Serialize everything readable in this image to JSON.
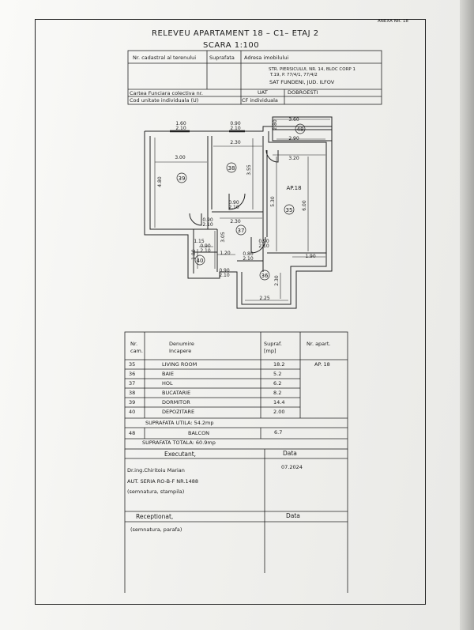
{
  "header": {
    "annex": "ANEXA NR. 18",
    "title": "RELEVEU APARTAMENT 18  – C1– ETAJ 2",
    "scale": "SCARA 1:100"
  },
  "cadastral": {
    "col_nr": "Nr. cadastral al terenului",
    "col_suprafata": "Suprafata",
    "col_adresa": "Adresa imobilului",
    "address_line1": "STR. PIERSICULUI, NR. 14, BLOC CORP 1",
    "address_line2": "T.19, P. 77/4/1, 77/4/2",
    "address_line3": "SAT FUNDENI, JUD. ILFOV",
    "carte_funciara": "Cartea Funciara colectiva nr.",
    "uat_label": "UAT",
    "uat_value": "DOBROESTI",
    "cod_unitate": "Cod unitate individuala (U)",
    "cf_individuala": "CF individuala"
  },
  "plan": {
    "dims": [
      "1.60",
      "2.10",
      "0.90",
      "2.10",
      "3.60",
      "2.80",
      "2.90",
      "3.20",
      "3.00",
      "2.30",
      "4.80",
      "3.55",
      "5.30",
      "6.00",
      "AP.18",
      "2.30",
      "3.05",
      "0.90",
      "2.10",
      "1.15",
      "1.80",
      "0.90",
      "2.10",
      "1.20",
      "0.90",
      "2.10",
      "0.80",
      "2.10",
      "0.90",
      "2.10",
      "1.90",
      "2.30",
      "2.25",
      "0.90",
      "2.10"
    ],
    "rooms": [
      "39",
      "38",
      "40",
      "37",
      "36",
      "35",
      "48"
    ]
  },
  "table": {
    "headers": {
      "nr": "Nr. cam.",
      "denumire": "Denumire Incapere",
      "supraf": "Supraf. [mp]",
      "apart": "Nr. apart."
    },
    "apartment": "AP. 18",
    "rows": [
      {
        "nr": "35",
        "name": "LIVING ROOM",
        "area": "18.2"
      },
      {
        "nr": "36",
        "name": "BAIE",
        "area": "5.2"
      },
      {
        "nr": "37",
        "name": "HOL",
        "area": "6.2"
      },
      {
        "nr": "38",
        "name": "BUCATARIE",
        "area": "8.2"
      },
      {
        "nr": "39",
        "name": "DORMITOR",
        "area": "14.4"
      },
      {
        "nr": "40",
        "name": "DEPOZITARE",
        "area": "2.00"
      }
    ],
    "utila": "SUPRAFATA  UTILA: 54.2mp",
    "balcon": {
      "nr": "48",
      "name": "BALCON",
      "area": "6.7"
    },
    "totala": "SUPRAFATA TOTALA: 60.9mp"
  },
  "signatures": {
    "executant": "Executant,",
    "data_label1": "Data",
    "engineer": "Dr.ing.Chiritoiu Marian",
    "authorization": "AUT. SERIA RO-B-F NR.1488",
    "note1": "(semnatura, stampila)",
    "date": "07.2024",
    "receptionat": "Receptionat,",
    "data_label2": "Data",
    "note2": "(semnatura, parafa)"
  }
}
